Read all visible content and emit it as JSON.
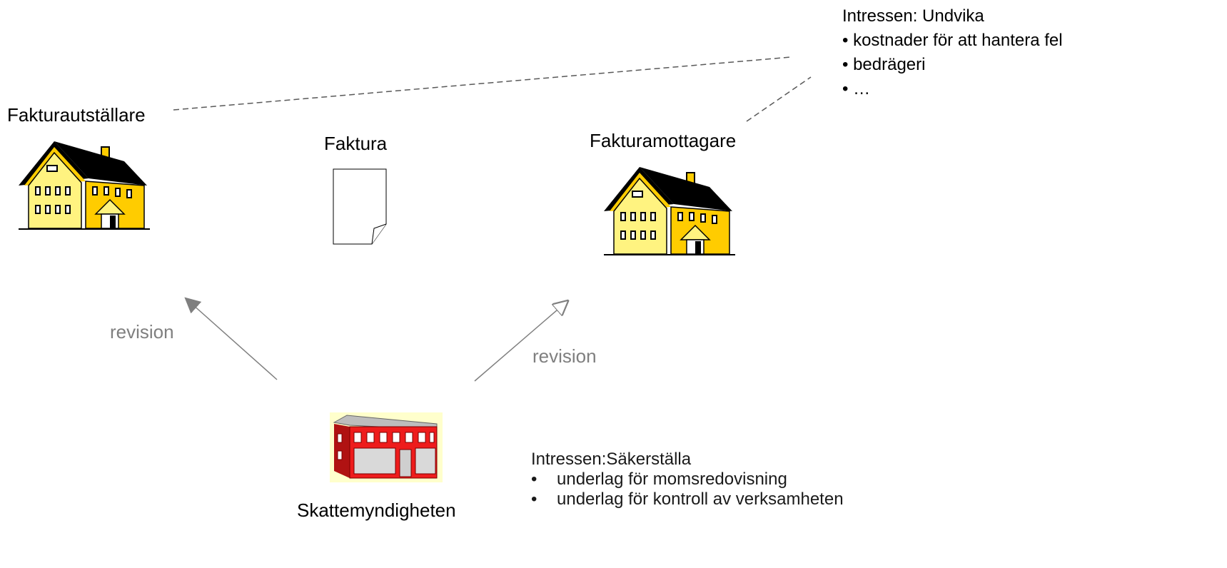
{
  "parties": {
    "issuer": "Fakturautställare",
    "invoice": "Faktura",
    "receiver": "Fakturamottagare",
    "authority": "Skattemyndigheten"
  },
  "arrows": {
    "left_label": "revision",
    "right_label": "revision"
  },
  "interests_top": {
    "heading": "Intressen: Undvika",
    "items": [
      "kostnader för att hantera fel",
      "bedrägeri",
      "…"
    ]
  },
  "interests_bottom": {
    "heading": "Intressen:Säkerställa",
    "items": [
      "underlag för momsredovisning",
      "underlag för kontroll av verksamheten"
    ]
  },
  "colors": {
    "house_light": "#fff380",
    "house_dark": "#ffcc00",
    "roof": "#000000",
    "authority_red": "#ee1c1c",
    "arrow_gray": "#7f7f7f",
    "dashed_line": "#595959"
  }
}
